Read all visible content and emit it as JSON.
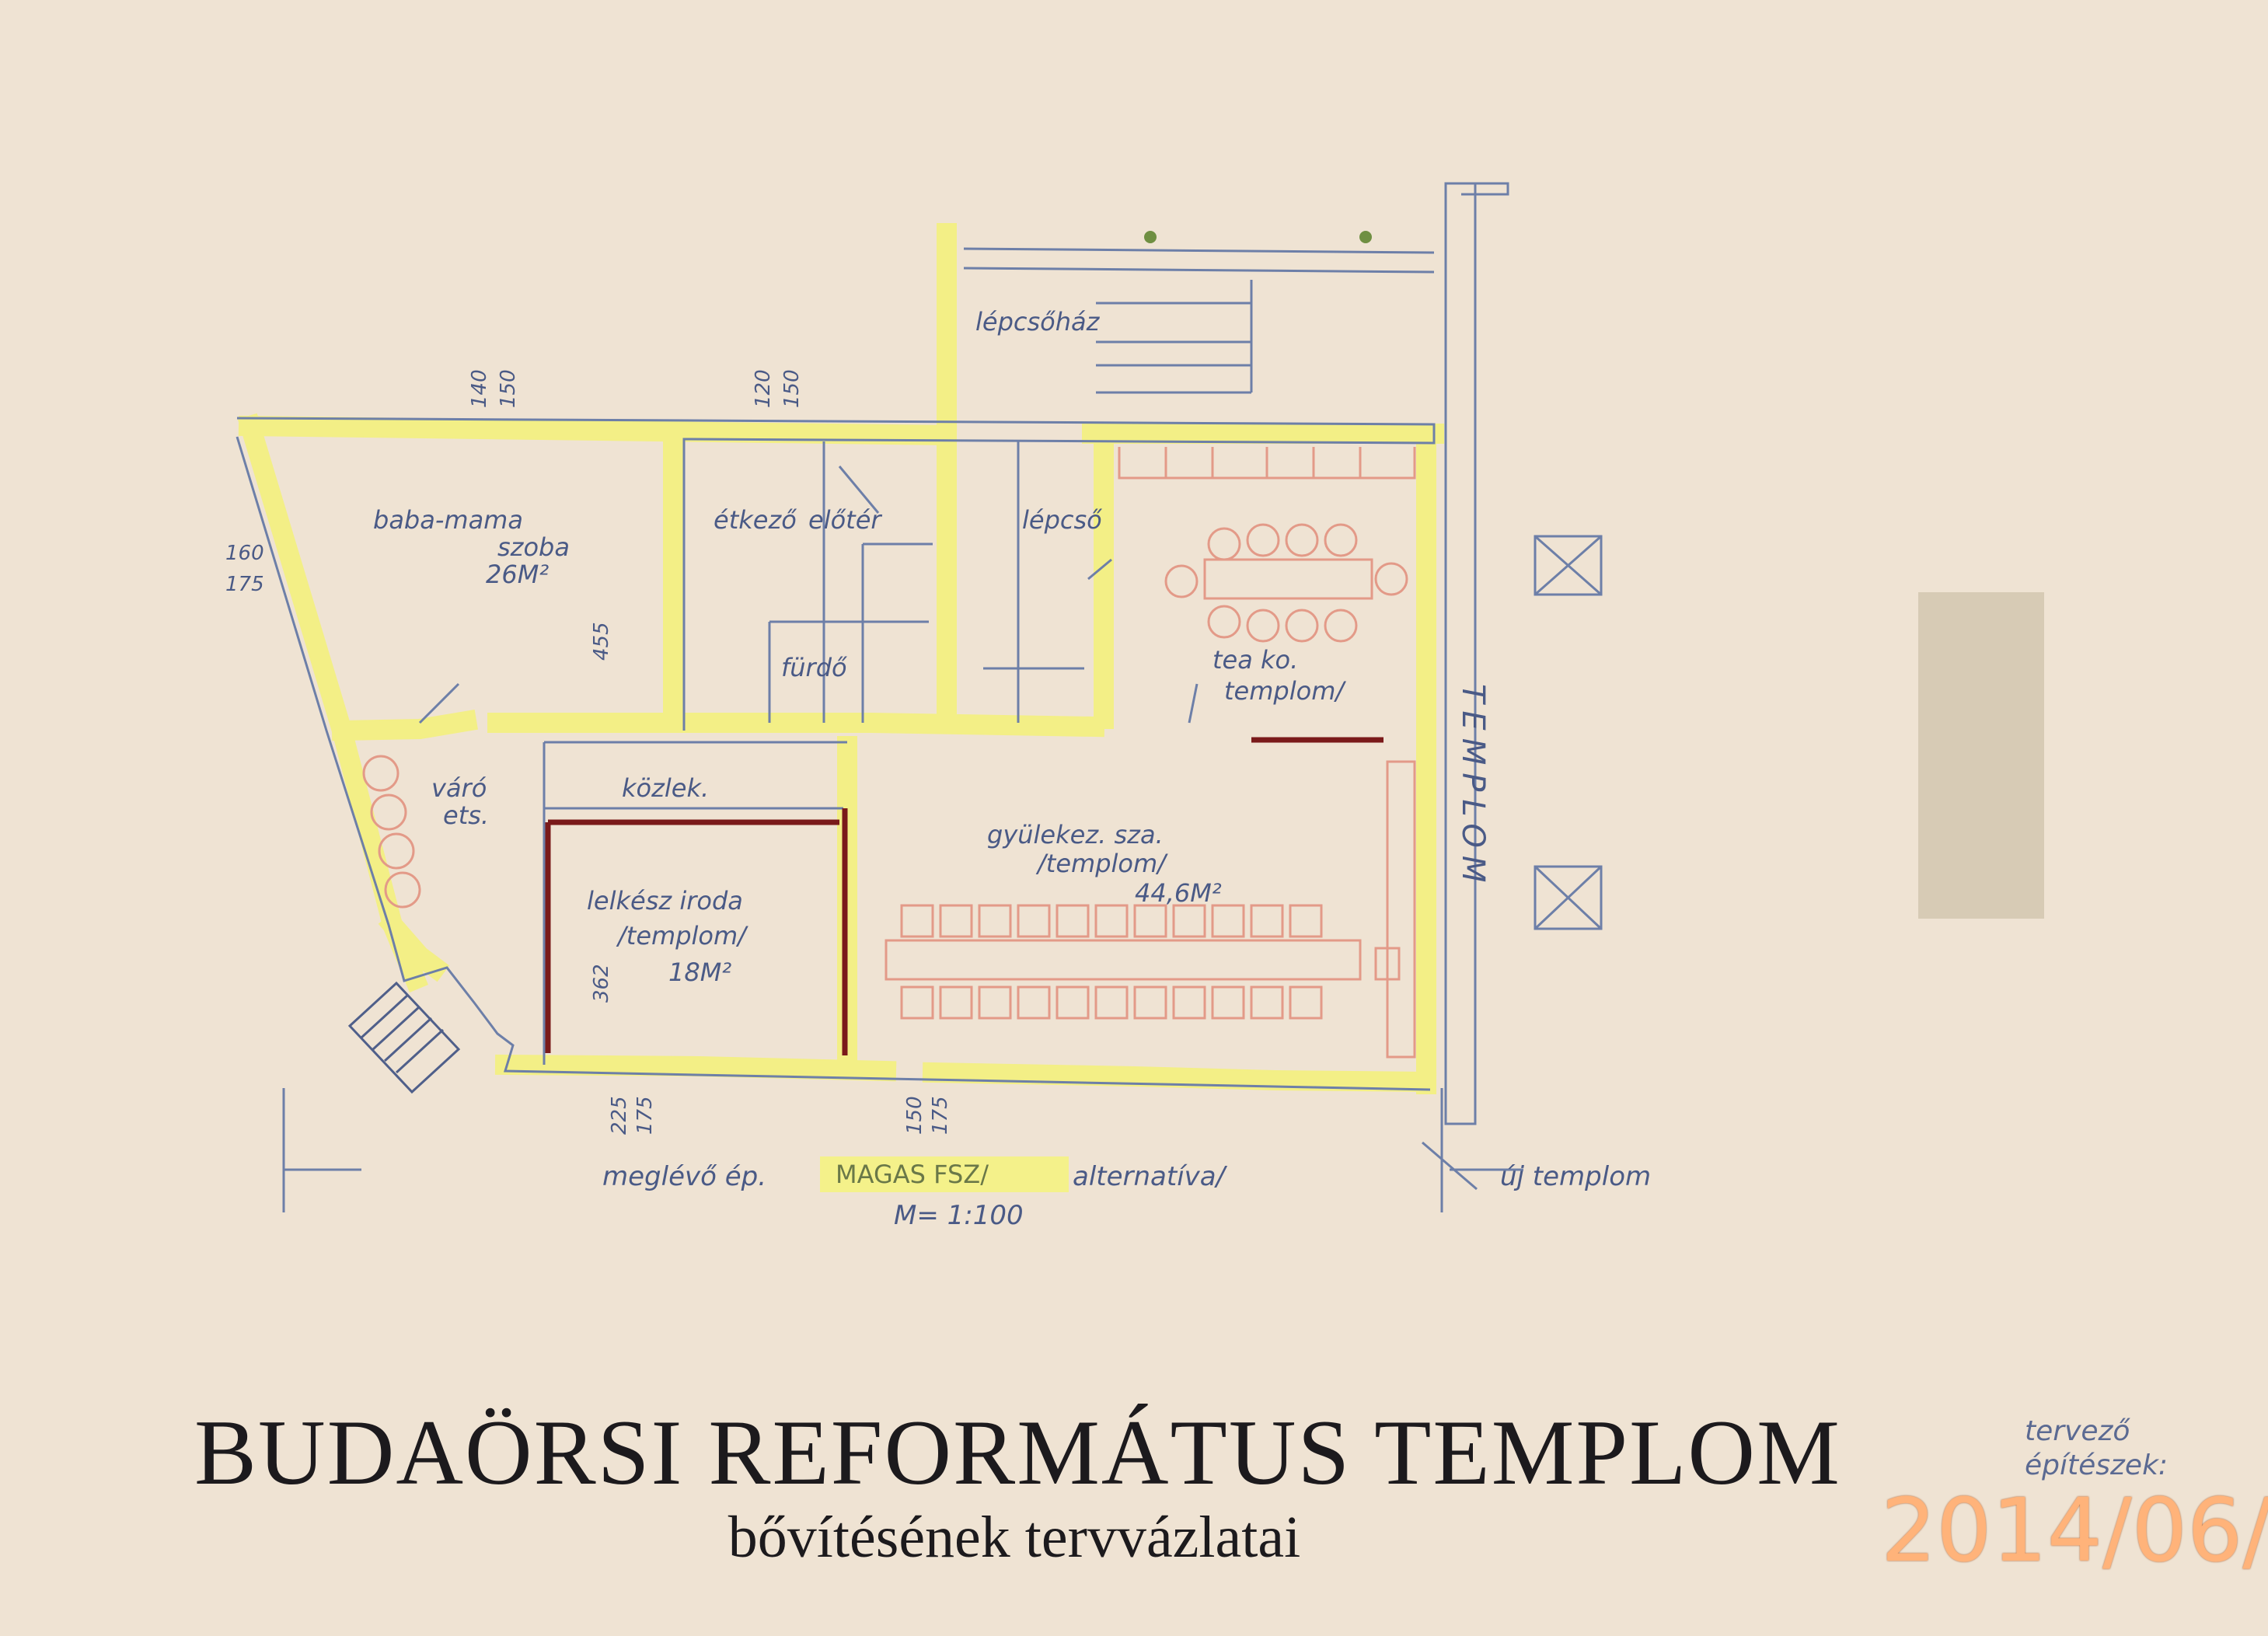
{
  "drawing": {
    "rooms": {
      "baba_mama_1": "baba-mama",
      "baba_mama_2": "szoba",
      "baba_mama_area": "26M²",
      "etkezo": "étkező",
      "eloter": "előtér",
      "lepcso": "lépcső",
      "lepcsohaz": "lépcsőház",
      "furdo": "fürdő",
      "tea_1": "tea ko.",
      "tea_2": "templom/",
      "varo_1": "váró",
      "varo_2": "ets.",
      "kozlek": "közlek.",
      "lelkesz_1": "lelkész iroda",
      "lelkesz_2": "/templom/",
      "lelkesz_area": "18M²",
      "gyulekez_1": "gyülekez. sza.",
      "gyulekez_2": "/templom/",
      "gyulekez_area": "44,6M²"
    },
    "dimensions": {
      "d_top_left_1": "140",
      "d_top_left_2": "150",
      "d_top_mid_1": "120",
      "d_top_mid_2": "150",
      "d_left_1": "160",
      "d_left_2": "175",
      "d_inner": "455",
      "d_office": "362",
      "d_bottom_1a": "225",
      "d_bottom_1b": "175",
      "d_bottom_2a": "150",
      "d_bottom_2b": "175"
    },
    "side_label": "TEMPLOM",
    "footer_left": "meglévő ép.",
    "footer_highlight": "MAGAS FSZ/",
    "footer_middle": "alternatíva/",
    "footer_right": "új templom",
    "scale": "M= 1:100"
  },
  "title": "BUDAÖRSI REFORMÁTUS TEMPLOM",
  "subtitle": "bővítésének tervvázlatai",
  "date_stamp": "2014/06/",
  "designer_note": "tervező építészek:",
  "colors": {
    "paper": "#efe3d3",
    "wall_highlight": "#f4f18a",
    "pencil": "#6d7fa8",
    "furniture": "#e39a88",
    "new_wall": "#7a1a1a",
    "stamp": "#ffb37a"
  }
}
